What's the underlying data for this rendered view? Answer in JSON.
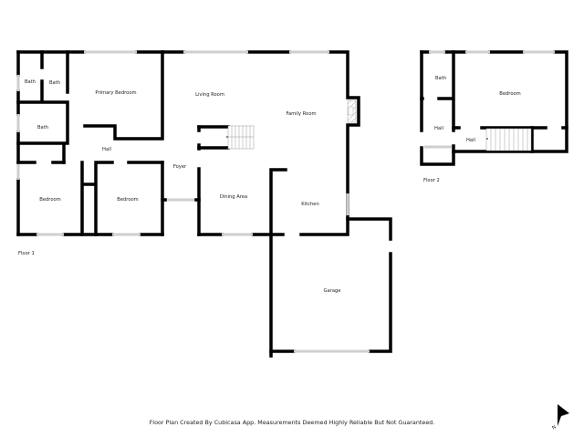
{
  "floor1": {
    "label": "Floor 1",
    "rooms": {
      "bath_a": "Bath",
      "bath_b": "Bath",
      "bath_c": "Bath",
      "primary_bedroom": "Primary Bedroom",
      "hall": "Hall",
      "bedroom_left": "Bedroom",
      "bedroom_right": "Bedroom",
      "foyer": "Foyer",
      "living_room": "Living Room",
      "family_room": "Family Room",
      "dining_area": "Dining Area",
      "kitchen": "Kitchen",
      "garage": "Garage"
    }
  },
  "floor2": {
    "label": "Floor 2",
    "rooms": {
      "bath": "Bath",
      "bedroom": "Bedroom",
      "hall_upper": "Hall",
      "hall_lower": "Hall"
    }
  },
  "footer": {
    "disclaimer": "Floor Plan Created By Cubicasa App. Measurements Deemed Highly Reliable But Not Guaranteed."
  },
  "compass": {
    "label": "N"
  }
}
